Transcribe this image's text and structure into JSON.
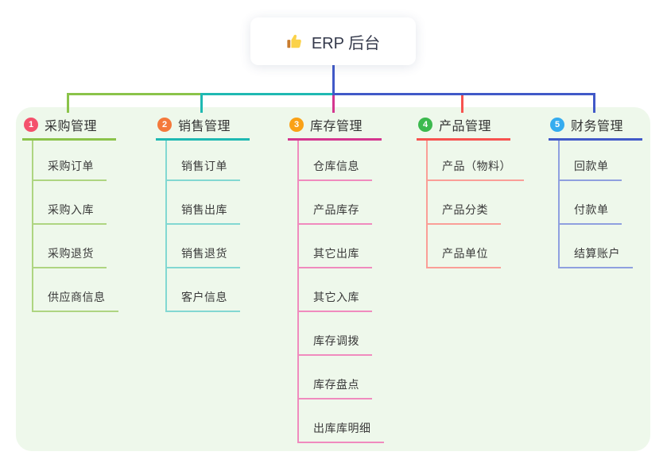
{
  "root": {
    "label": "ERP 后台",
    "icon": "thumbs-up-icon"
  },
  "panel_color": "#EEF8EB",
  "root_line_color": "#4159C8",
  "branches": [
    {
      "num": "1",
      "label": "采购管理",
      "badge_color": "#F4516C",
      "color": "#8BC34A",
      "light": "#AED581",
      "children": [
        "采购订单",
        "采购入库",
        "采购退货",
        "供应商信息"
      ]
    },
    {
      "num": "2",
      "label": "销售管理",
      "badge_color": "#F4793B",
      "color": "#1FB9B2",
      "light": "#82D8D2",
      "children": [
        "销售订单",
        "销售出库",
        "销售退货",
        "客户信息"
      ]
    },
    {
      "num": "3",
      "label": "库存管理",
      "badge_color": "#FAA116",
      "color": "#D4368F",
      "light": "#F08BBE",
      "children": [
        "仓库信息",
        "产品库存",
        "其它出库",
        "其它入库",
        "库存调拨",
        "库存盘点",
        "出库库明细"
      ]
    },
    {
      "num": "4",
      "label": "产品管理",
      "badge_color": "#3CB94E",
      "color": "#F7534F",
      "light": "#FA9E97",
      "children": [
        "产品（物料）",
        "产品分类",
        "产品单位"
      ]
    },
    {
      "num": "5",
      "label": "财务管理",
      "badge_color": "#35ACEF",
      "color": "#4159C8",
      "light": "#8FA0DF",
      "children": [
        "回款单",
        "付款单",
        "结算账户"
      ]
    }
  ]
}
